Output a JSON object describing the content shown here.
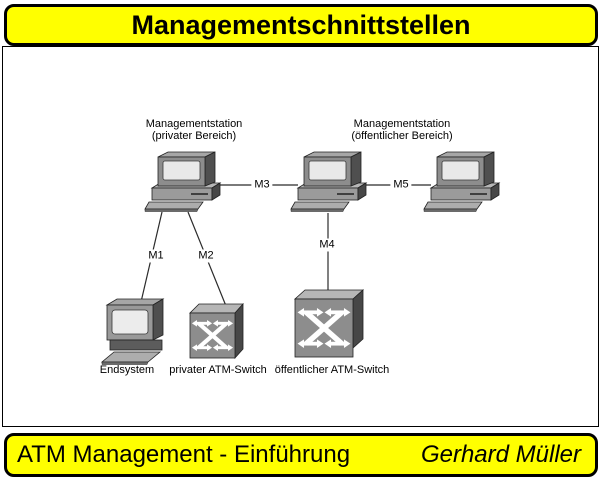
{
  "title": "Managementschnittstellen",
  "footer": {
    "left_text": "ATM Management - Einführung",
    "author": "Gerhard Müller"
  },
  "colors": {
    "bar_background": "#ffff00",
    "border": "#000000",
    "diagram_line": "#2b2b2b",
    "device_front": "#8d8d8d",
    "device_top": "#b6b6b6",
    "device_side": "#4a4a4a",
    "screen": "#e9e9e9",
    "switch_glyph": "#ffffff"
  },
  "diagram": {
    "stations": [
      {
        "label_line1": "Managementstation",
        "label_line2": "(privater Bereich)"
      },
      {
        "label_line1": "Managementstation",
        "label_line2": "(öffentlicher Bereich)"
      }
    ],
    "devices": [
      {
        "label": "Endsystem"
      },
      {
        "label": "privater ATM-Switch"
      },
      {
        "label": "öffentlicher ATM-Switch"
      }
    ],
    "links": [
      {
        "label": "M1"
      },
      {
        "label": "M2"
      },
      {
        "label": "M3"
      },
      {
        "label": "M4"
      },
      {
        "label": "M5"
      }
    ]
  }
}
